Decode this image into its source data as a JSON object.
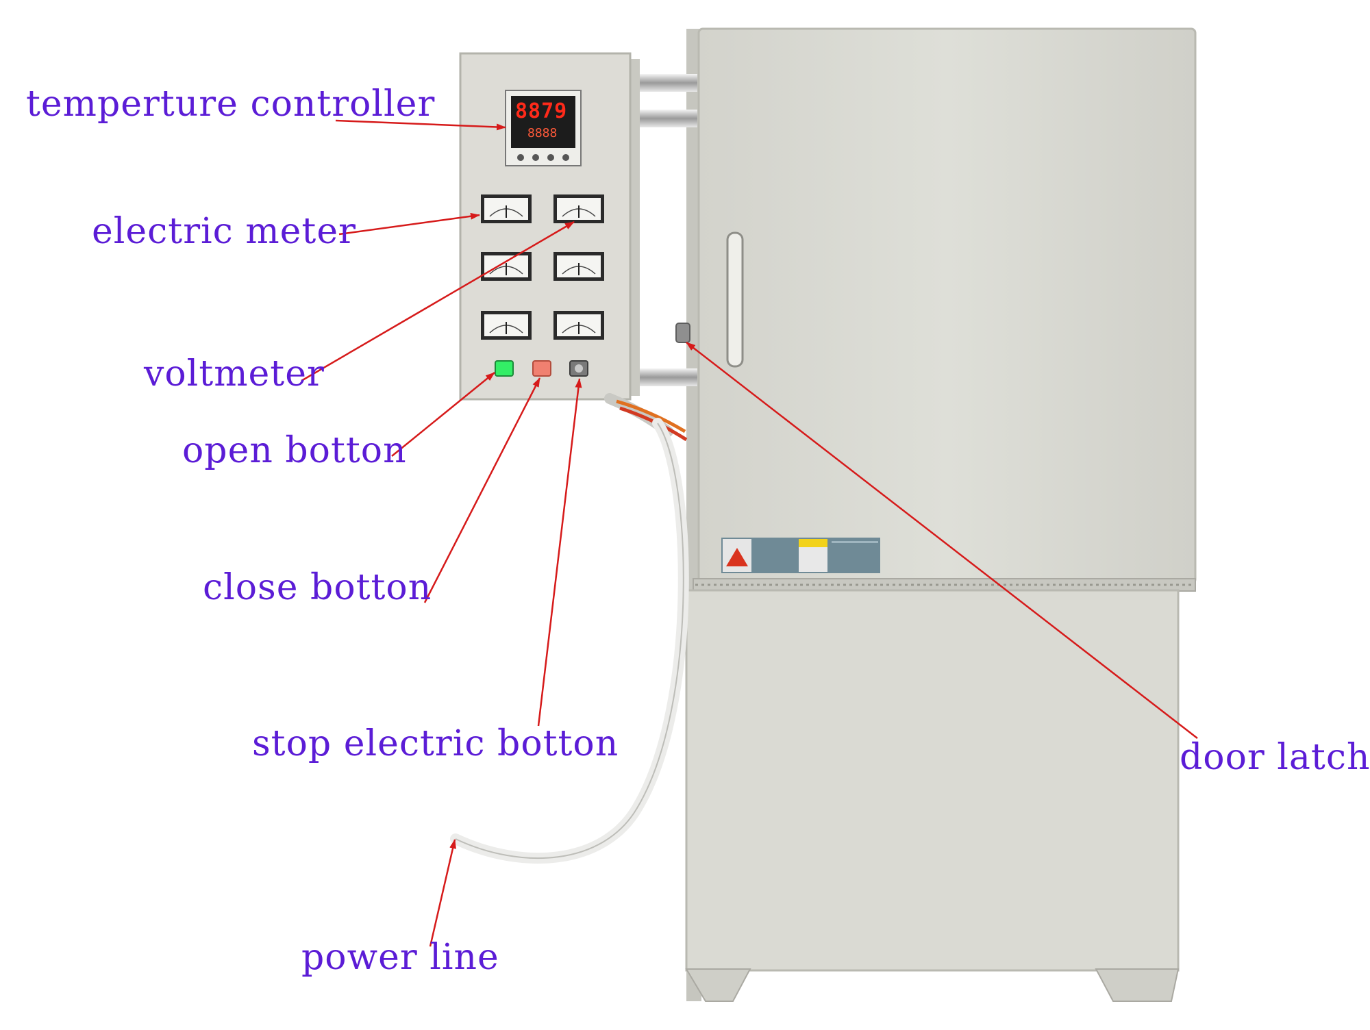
{
  "colors": {
    "label_text": "#5b1cd6",
    "arrow": "#d61a1a",
    "cabinet": "#dcdcd5",
    "cabinet_edge": "#b9b9b1",
    "display_red": "#ff2a1a",
    "open_button": "#33ee66",
    "close_button": "#f08070"
  },
  "controller": {
    "pv_digits": "8879",
    "sv_digits": "8888"
  },
  "labels": {
    "temperature_controller": "temperture controller",
    "electric_meter": "electric meter",
    "voltmeter": "voltmeter",
    "open_button": "open botton",
    "close_button": "close botton",
    "stop_electric_button": "stop electric botton",
    "power_line": "power line",
    "door_latch": "door latch"
  }
}
